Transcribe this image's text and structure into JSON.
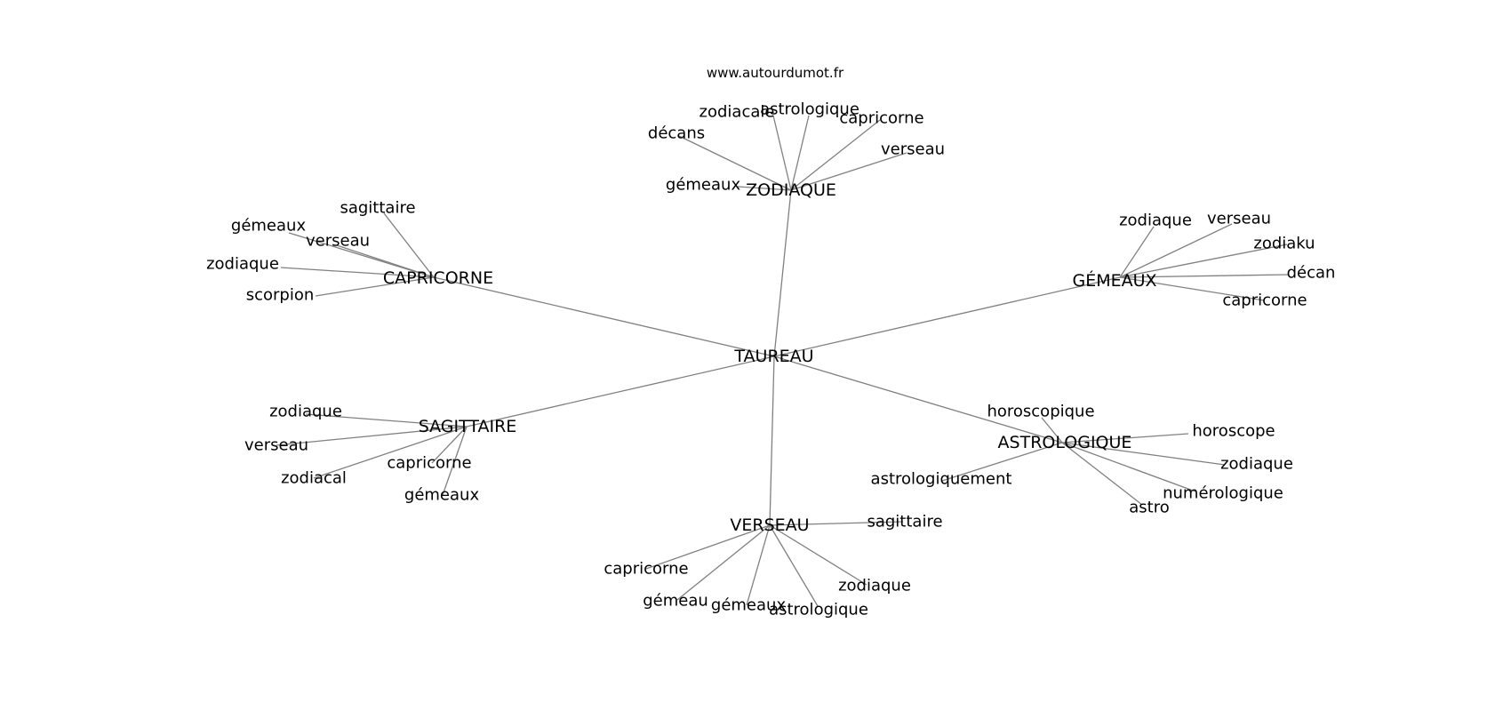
{
  "watermark": "www.autourdumot.fr",
  "graph": {
    "root": "TAUREAU",
    "clusters": [
      {
        "id": "zodiaque",
        "hub": "ZODIAQUE",
        "leaves": [
          "zodiacale",
          "astrologique",
          "capricorne",
          "décans",
          "verseau",
          "gémeaux"
        ]
      },
      {
        "id": "capricorne",
        "hub": "CAPRICORNE",
        "leaves": [
          "sagittaire",
          "gémeaux",
          "verseau",
          "zodiaque",
          "scorpion"
        ]
      },
      {
        "id": "gemeaux",
        "hub": "GÉMEAUX",
        "leaves": [
          "zodiaque",
          "verseau",
          "zodiaku",
          "décan",
          "capricorne"
        ]
      },
      {
        "id": "sagittaire",
        "hub": "SAGITTAIRE",
        "leaves": [
          "zodiaque",
          "verseau",
          "zodiacal",
          "capricorne",
          "gémeaux"
        ]
      },
      {
        "id": "astrologique",
        "hub": "ASTROLOGIQUE",
        "leaves": [
          "horoscopique",
          "horoscope",
          "zodiaque",
          "astrologiquement",
          "numérologique",
          "astro"
        ]
      },
      {
        "id": "verseau",
        "hub": "VERSEAU",
        "leaves": [
          "sagittaire",
          "capricorne",
          "zodiaque",
          "gémeau",
          "gémeaux",
          "astrologique"
        ]
      }
    ]
  }
}
